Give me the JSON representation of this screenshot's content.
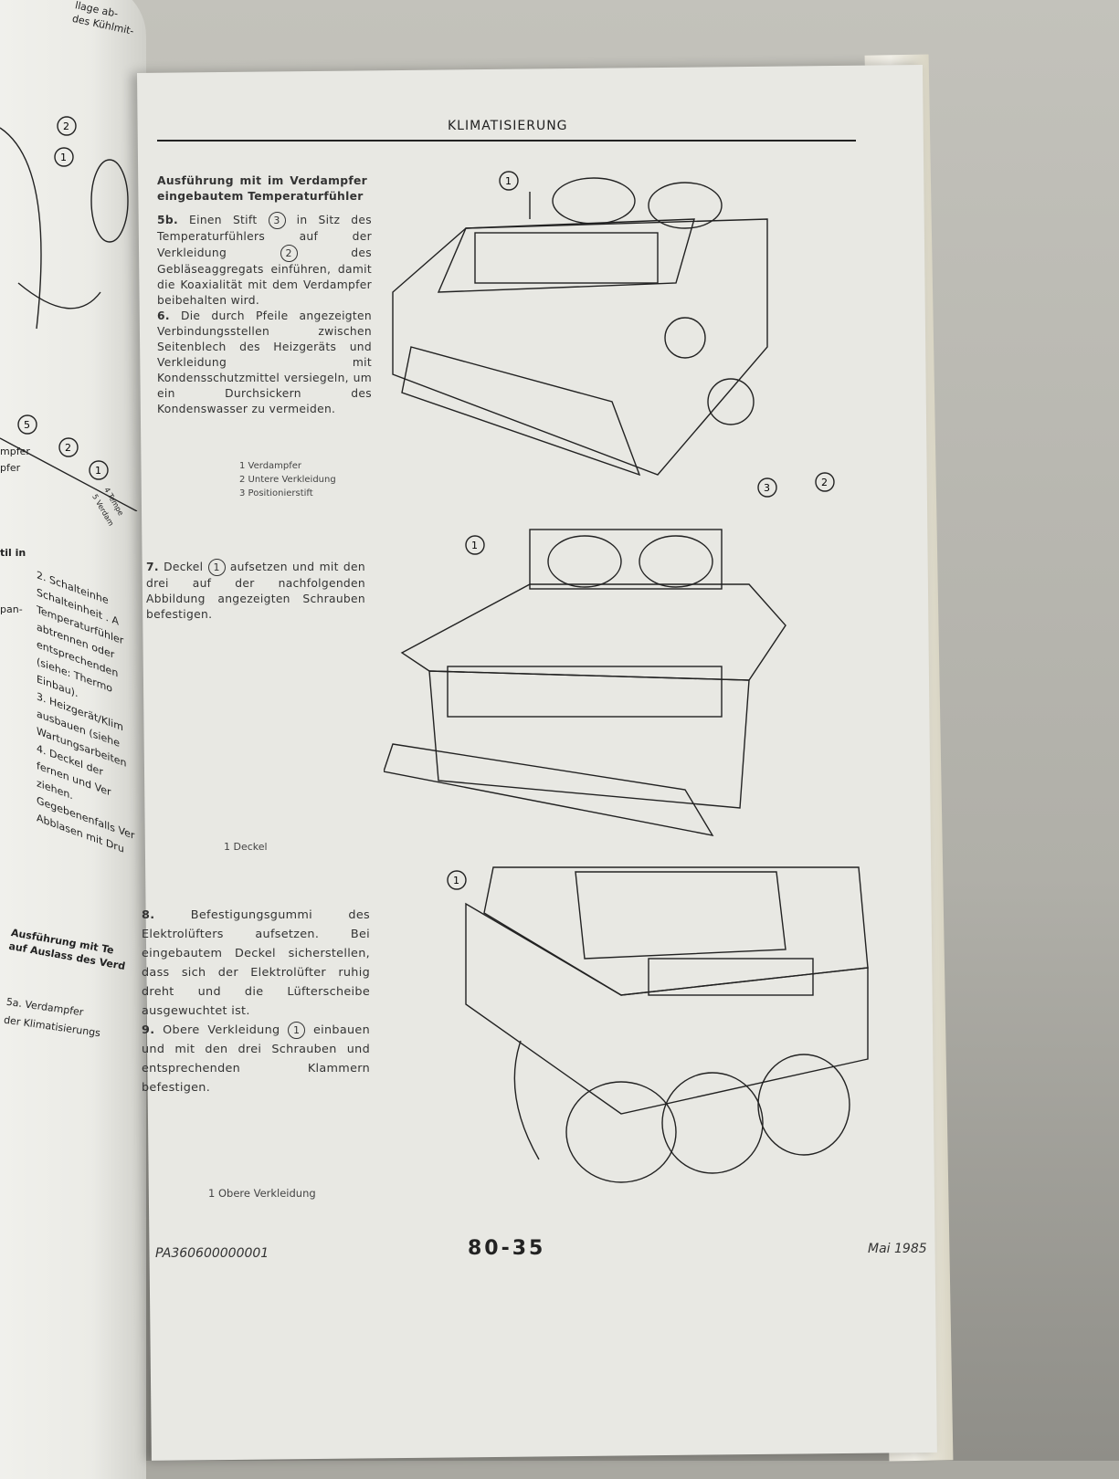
{
  "header": {
    "title": "KLIMATISIERUNG"
  },
  "section_5b": {
    "heading": "Ausführung mit im Verdampfer eingebautem Temperaturfühler",
    "step_5b_num": "5b.",
    "step_5b_a": "Einen Stift",
    "step_5b_ref1": "3",
    "step_5b_b": "in Sitz des Temperaturfühlers auf der Verkleidung",
    "step_5b_ref2": "2",
    "step_5b_c": "des Gebläseaggregats einführen, damit die Koaxialität mit dem Verdampfer beibehalten wird.",
    "step_6_num": "6.",
    "step_6": "Die durch Pfeile angezeigten Verbindungsstellen zwischen Seitenblech des Heizgeräts und Verkleidung mit Kondensschutzmittel versiegeln, um ein Durchsickern des Kondenswasser zu vermeiden."
  },
  "figure1": {
    "callouts": [
      "1",
      "3",
      "2"
    ],
    "legend": [
      "1  Verdampfer",
      "2  Untere Verkleidung",
      "3  Positionierstift"
    ]
  },
  "step_7": {
    "num": "7.",
    "a": "Deckel",
    "ref": "1",
    "b": "aufsetzen und mit den drei auf der nachfolgenden Abbildung angezeigten Schrauben befestigen."
  },
  "figure2": {
    "callouts": [
      "1"
    ],
    "legend": [
      "1  Deckel"
    ]
  },
  "step_8": {
    "num": "8.",
    "text": "Befestigungsgummi des Elektrolüfters aufsetzen. Bei eingebautem Deckel sicherstellen, dass sich der Elektrolüfter ruhig dreht und die Lüfterscheibe ausgewuchtet ist."
  },
  "step_9": {
    "num": "9.",
    "a": "Obere Verkleidung",
    "ref": "1",
    "b": "einbauen und mit den drei Schrauben und entsprechenden Klammern befestigen."
  },
  "figure3": {
    "callouts": [
      "1"
    ],
    "legend": [
      "1  Obere Verkleidung"
    ]
  },
  "footer": {
    "doc_code": "PA360600000001",
    "page_number": "80-35",
    "date": "Mai 1985"
  },
  "left_page": {
    "top_lines": [
      "llage ab-",
      "des Kühlmit-"
    ],
    "callouts": [
      "2",
      "1",
      "5",
      "2",
      "1"
    ],
    "fragments": [
      "mpfer",
      "pfer",
      "til in",
      "pan-"
    ],
    "legend": [
      "4 Tempe",
      "5 Verdam"
    ],
    "steps": [
      "2. Schalteinhe",
      "Schalteinheit . A",
      "Temperaturfühler",
      "abtrennen oder",
      "entsprechenden",
      "(siehe: Thermo",
      "Einbau).",
      "3. Heizgerät/Klim",
      "ausbauen (siehe",
      "Wartungsarbeiten",
      "4. Deckel der",
      "fernen und Ver",
      "ziehen.",
      "Gegebenenfalls Ver",
      "Abblasen mit Dru"
    ],
    "heading": [
      "Ausführung mit Te",
      "auf Auslass des Verd"
    ],
    "step_5a": [
      "5a. Verdampfer",
      "der Klimatisierungs"
    ]
  }
}
